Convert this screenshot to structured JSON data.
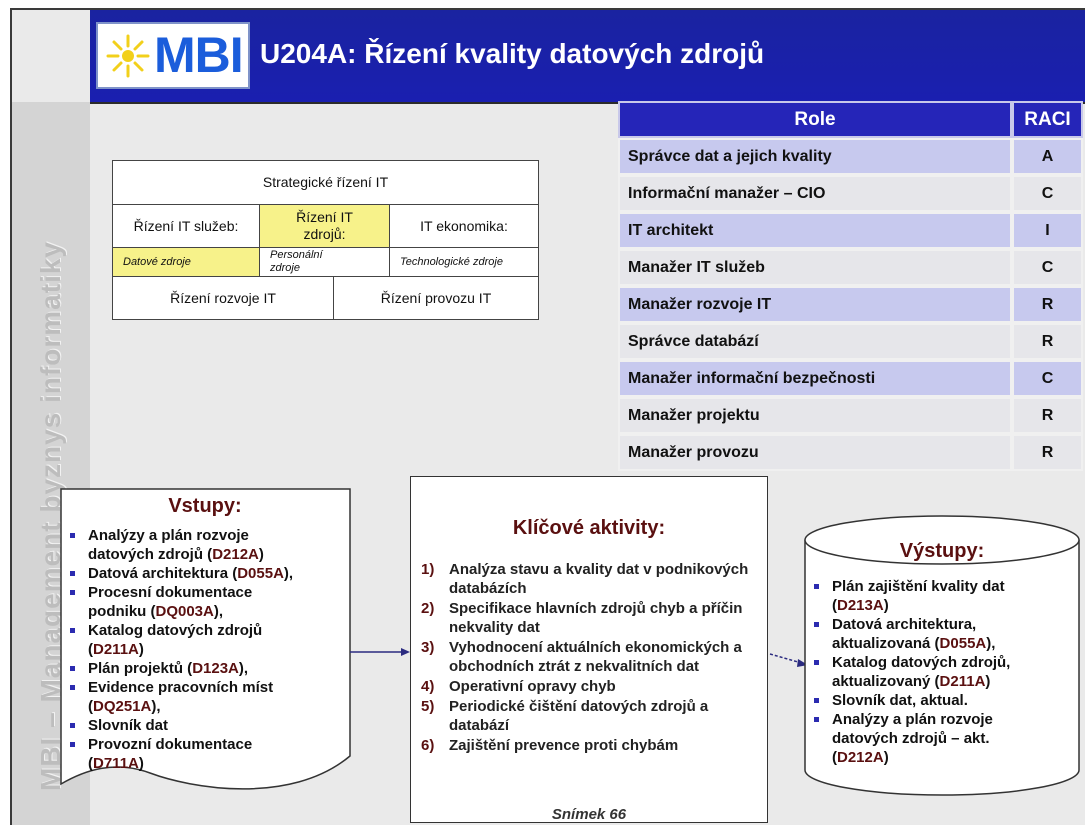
{
  "slide": {
    "sidebar_text": "MBI – Management byznys informatiky",
    "logo": "MBI",
    "title": "U204A: Řízení kvality datových zdrojů",
    "footer": "Snímek 66"
  },
  "org_chart": {
    "strategic": "Strategické řízení IT",
    "services": "Řízení IT služeb:",
    "resources": "Řízení IT zdrojů:",
    "economics": "IT ekonomika:",
    "data_sources": "Datové zdroje",
    "personnel": "Personální zdroje",
    "technology": "Technologické zdroje",
    "development": "Řízení rozvoje IT",
    "operations": "Řízení provozu IT"
  },
  "raci": {
    "headers": [
      "Role",
      "RACI"
    ],
    "rows": [
      {
        "role": "Správce dat a jejich kvality",
        "value": "A"
      },
      {
        "role": "Informační manažer – CIO",
        "value": "C"
      },
      {
        "role": "IT architekt",
        "value": "I"
      },
      {
        "role": "Manažer IT služeb",
        "value": "C"
      },
      {
        "role": "Manažer rozvoje IT",
        "value": "R"
      },
      {
        "role": "Správce databází",
        "value": "R"
      },
      {
        "role": "Manažer informační bezpečnosti",
        "value": "C"
      },
      {
        "role": "Manažer projektu",
        "value": "R"
      },
      {
        "role": "Manažer provozu",
        "value": "R"
      }
    ]
  },
  "inputs": {
    "title": "Vstupy:",
    "items": [
      {
        "text": "Analýzy a plán rozvoje datových zdrojů (",
        "code": "D212A",
        "suffix": ")"
      },
      {
        "text": "Datová architektura (",
        "code": "D055A",
        "suffix": "),"
      },
      {
        "text": "Procesní dokumentace podniku (",
        "code": "DQ003A",
        "suffix": "),"
      },
      {
        "text": "Katalog datových zdrojů (",
        "code": "D211A",
        "suffix": ")"
      },
      {
        "text": "Plán projektů (",
        "code": "D123A",
        "suffix": "),"
      },
      {
        "text": "Evidence pracovních míst (",
        "code": "DQ251A",
        "suffix": "),"
      },
      {
        "text": "Slovník dat",
        "code": "",
        "suffix": ""
      },
      {
        "text": "Provozní dokumentace (",
        "code": "D711A",
        "suffix": ")"
      }
    ]
  },
  "activities": {
    "title": "Klíčové aktivity:",
    "items": [
      {
        "n": "1)",
        "text": "Analýza stavu a kvality dat v podnikových databázích"
      },
      {
        "n": "2)",
        "text": "Specifikace hlavních zdrojů chyb a příčin nekvality dat"
      },
      {
        "n": "3)",
        "text": "Vyhodnocení aktuálních ekonomických a obchodních ztrát z nekvalitních dat"
      },
      {
        "n": "4)",
        "text": "Operativní opravy chyb"
      },
      {
        "n": "5)",
        "text": "Periodické čištění datových zdrojů a databází"
      },
      {
        "n": "6)",
        "text": "Zajištění prevence proti chybám"
      }
    ]
  },
  "outputs": {
    "title": "Výstupy:",
    "items": [
      {
        "text": "Plán zajištění kvality dat (",
        "code": "D213A",
        "suffix": ")"
      },
      {
        "text": "Datová architektura, aktualizovaná (",
        "code": "D055A",
        "suffix": "),"
      },
      {
        "text": "Katalog datových zdrojů, aktualizovaný (",
        "code": "D211A",
        "suffix": ")"
      },
      {
        "text": "Slovník dat, aktual.",
        "code": "",
        "suffix": ""
      },
      {
        "text": "Analýzy a plán rozvoje datových zdrojů – akt. (",
        "code": "D212A",
        "suffix": ")"
      }
    ]
  },
  "colors": {
    "header": "#1a1fb0",
    "raci_header": "#2525b8",
    "raci_alt": "#c7c9ee",
    "highlight": "#f7f28a",
    "dark_red": "#5a1010"
  }
}
